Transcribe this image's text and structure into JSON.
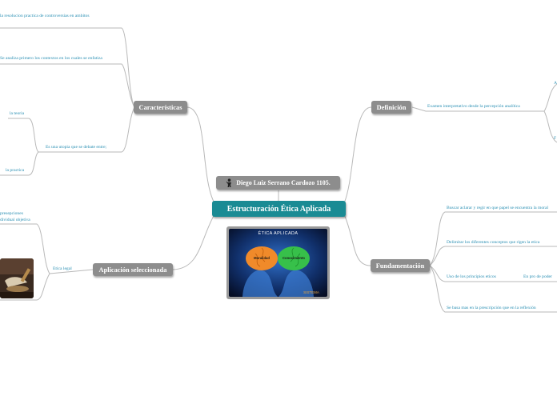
{
  "central": {
    "title": "Estructuración Ética Aplicada"
  },
  "author": {
    "name": "Diego Luiz Serrano Cardozo 1105.",
    "icon": "person-icon"
  },
  "image": {
    "title": "ÉTICA APLICADA",
    "left_word": "Moralidad",
    "right_word": "Conocimiento",
    "bottom_word": "SISTEMA"
  },
  "topics": {
    "caracteristicas": {
      "label": "Características",
      "children": [
        "la resolucion practica de controversias en ambitos",
        "Se analiza primero los contextos en los cuales se enfatiza",
        "Es una utopia que se debate entre;"
      ],
      "sub": [
        "la teoria",
        "la practica"
      ]
    },
    "definicion": {
      "label": "Definición",
      "children": [
        "Examen interpretativo desde la percepción analítica"
      ],
      "sub": [
        "A",
        "F"
      ]
    },
    "aplicacion": {
      "label": "Aplicación seleccionada",
      "children": [
        "Etica legal"
      ],
      "sub": [
        "presepciones",
        "dividual objetiva"
      ]
    },
    "fundamentacion": {
      "label": "Fundamentación",
      "children": [
        "Buscar aclarar y regir en que papel se encuentra la moral",
        "Delimitar los diferentes conceptos que rigen la etica",
        "Uso de los principios eticos",
        "Se basa mas en la prescripción que en la reflexión"
      ],
      "sub": [
        "En pro de poder"
      ]
    }
  }
}
